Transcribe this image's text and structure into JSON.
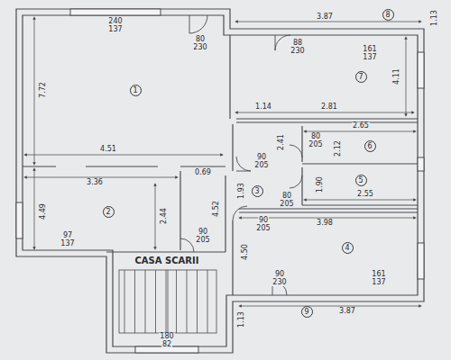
{
  "diagram": {
    "labels": [
      "240",
      "137",
      "80",
      "230",
      "3.87",
      "1.13",
      "8",
      "88",
      "230",
      "161",
      "137",
      "4.11",
      "2.81",
      "1.14",
      "7.72",
      "1",
      "4.51",
      "3.36",
      "2",
      "4.49",
      "97",
      "137",
      "2.44",
      "0.69",
      "90",
      "205",
      "2.41",
      "80",
      "205",
      "2.65",
      "2.12",
      "6",
      "1.93",
      "3",
      "1.90",
      "5",
      "2.55",
      "80",
      "205",
      "4.52",
      "90",
      "205",
      "3.98",
      "4",
      "4.50",
      "161",
      "137",
      "90",
      "230",
      "1.13",
      "3.87",
      "9",
      "CASA SCARII",
      "90",
      "205",
      "180",
      "82",
      "7"
    ]
  }
}
